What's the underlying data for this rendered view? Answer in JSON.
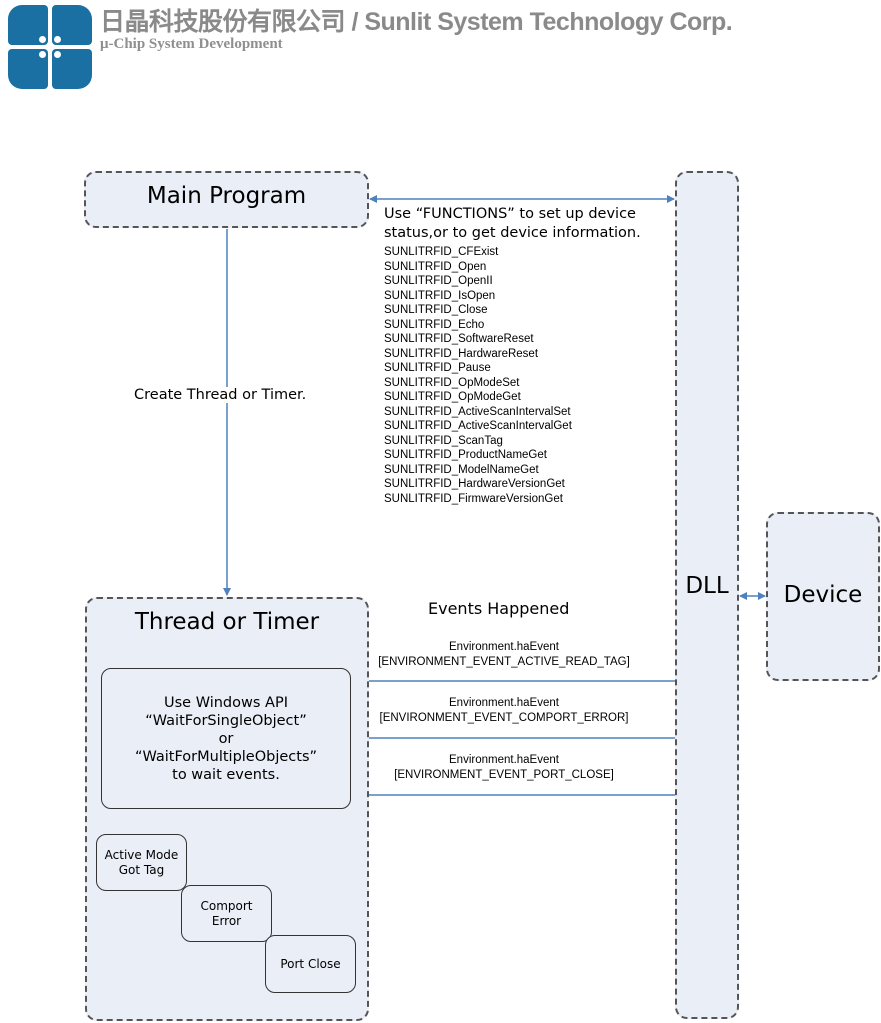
{
  "header": {
    "company_name": "日晶科技股份有限公司 / Sunlit System Technology Corp.",
    "tagline": "μ-Chip System Development"
  },
  "diagram": {
    "main_program": "Main Program",
    "dll": "DLL",
    "device": "Device",
    "thread_or_timer": "Thread or Timer",
    "functions_note": [
      "Use “FUNCTIONS” to set up device",
      "status,or to get device information."
    ],
    "functions": [
      "SUNLITRFID_CFExist",
      "SUNLITRFID_Open",
      "SUNLITRFID_OpenII",
      "SUNLITRFID_IsOpen",
      "SUNLITRFID_Close",
      "SUNLITRFID_Echo",
      "SUNLITRFID_SoftwareReset",
      "SUNLITRFID_HardwareReset",
      "SUNLITRFID_Pause",
      "SUNLITRFID_OpModeSet",
      "SUNLITRFID_OpModeGet",
      "SUNLITRFID_ActiveScanIntervalSet",
      "SUNLITRFID_ActiveScanIntervalGet",
      "SUNLITRFID_ScanTag",
      "SUNLITRFID_ProductNameGet",
      "SUNLITRFID_ModelNameGet",
      "SUNLITRFID_HardwareVersionGet",
      "SUNLITRFID_FirmwareVersionGet"
    ],
    "create_thread": "Create Thread or Timer.",
    "events_happened": "Events Happened",
    "events": [
      {
        "line1": "Environment.haEvent",
        "line2": "[ENVIRONMENT_EVENT_ACTIVE_READ_TAG]"
      },
      {
        "line1": "Environment.haEvent",
        "line2": "[ENVIRONMENT_EVENT_COMPORT_ERROR]"
      },
      {
        "line1": "Environment.haEvent",
        "line2": "[ENVIRONMENT_EVENT_PORT_CLOSE]"
      }
    ],
    "wait_box": [
      "Use Windows API",
      "“WaitForSingleObject”",
      "or",
      "“WaitForMultipleObjects”",
      "to wait events."
    ],
    "outcomes": [
      [
        "Active Mode",
        "Got Tag"
      ],
      [
        "Comport",
        "Error"
      ],
      [
        "Port Close"
      ]
    ]
  },
  "colors": {
    "arrow": "#4f81bd",
    "box_fill": "#e9eef7",
    "logo": "#1a6fa3",
    "header_text": "#8a8a8a"
  }
}
